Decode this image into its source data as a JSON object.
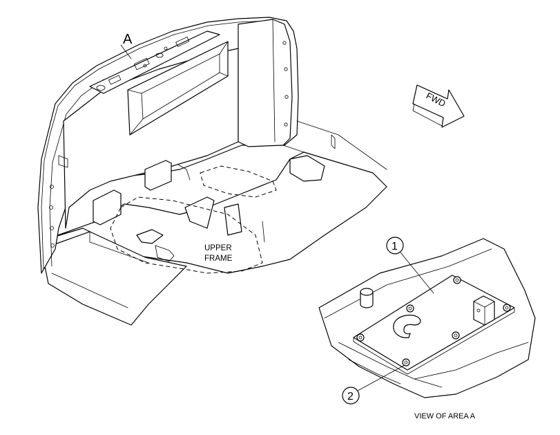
{
  "labels": {
    "area_marker": "A",
    "direction": "FWD",
    "frame_line1": "UPPER",
    "frame_line2": "FRAME",
    "detail_caption": "VIEW OF AREA A"
  },
  "callouts": [
    {
      "number": "1"
    },
    {
      "number": "2"
    }
  ]
}
